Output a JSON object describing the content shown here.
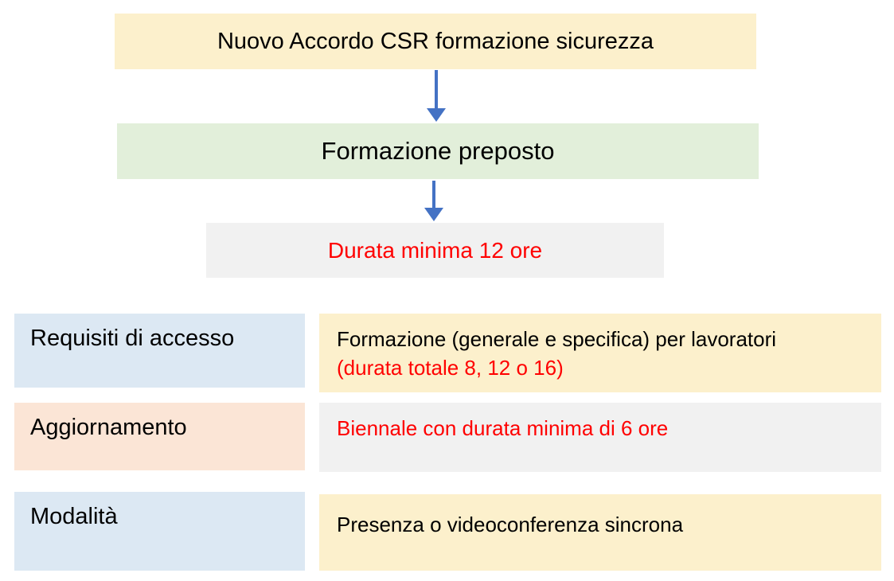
{
  "colors": {
    "cream": "#FCF0CC",
    "green": "#E2EFDA",
    "light_gray": "#F1F1F1",
    "light_blue": "#DCE8F3",
    "peach": "#FBE5D6",
    "arrow_blue": "#4472C4",
    "red": "#FF0000",
    "black": "#000000"
  },
  "flow": {
    "title_box": {
      "label": "Nuovo Accordo CSR formazione sicurezza"
    },
    "level2_box": {
      "label": "Formazione preposto"
    },
    "level3_box": {
      "label": "Durata minima 12 ore"
    }
  },
  "details": {
    "rows": [
      {
        "label": "Requisiti di accesso",
        "value_line1": "Formazione (generale e specifica) per lavoratori",
        "value_line2": "(durata totale 8, 12 o 16)"
      },
      {
        "label": "Aggiornamento",
        "value_line1": "",
        "value_line2": "Biennale con durata minima di 6 ore"
      },
      {
        "label": "Modalità",
        "value_line1": "Presenza o videoconferenza sincrona",
        "value_line2": ""
      }
    ]
  }
}
